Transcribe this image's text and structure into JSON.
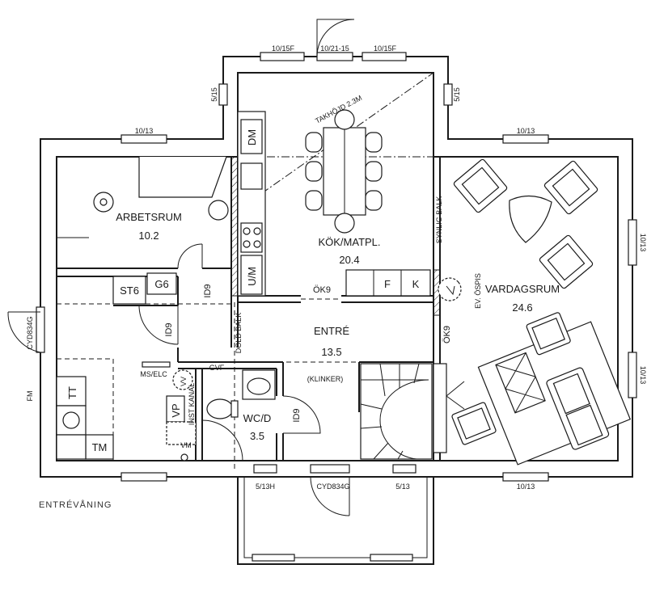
{
  "rooms": {
    "arbetsrum": {
      "name": "ARBETSRUM",
      "area": "10.2"
    },
    "kok": {
      "name": "KÖK/MATPL.",
      "area": "20.4"
    },
    "vardagsrum": {
      "name": "VARDAGSRUM",
      "area": "24.6"
    },
    "entre": {
      "name": "ENTRÉ",
      "area": "13.5"
    },
    "wc": {
      "name": "WC/D",
      "area": "3.5"
    }
  },
  "windows": {
    "top_left": "10/15F",
    "top_center": "10/21-15",
    "top_right": "10/15F",
    "side_left": "5/15",
    "side_right": "5/15",
    "arbetsrum": "10/13",
    "vardagsrum_top": "10/13",
    "vardagsrum_right_1": "10/13",
    "vardagsrum_right_2": "10/13",
    "bottom_right": "10/13",
    "bottom_mid_left": "5/13H",
    "bottom_mid_right": "5/13",
    "entrance_door": "CYD834G",
    "side_door": "CYD834G"
  },
  "labels": {
    "takhojd": "TAKHÖJD 2.3M",
    "synlig_balk": "SYNLIG BALK",
    "dold_balk": "DOLD BALK",
    "ok9_a": "ÖK9",
    "ok9_b": "ÖK9",
    "id9_a": "ID9",
    "id9_b": "ID9",
    "id9_c": "ID9",
    "ev_ospis": "EV. ÖSPIS",
    "klinker": "(KLINKER)",
    "ms_elc": "MS/ELC",
    "gvf": "GVF",
    "inst_kanal": "INST KANAL",
    "vm": "VM",
    "fm": "FM",
    "caption": "ENTRÉVÅNING"
  },
  "appliances": {
    "dm": "DM",
    "um": "U/M",
    "f": "F",
    "k": "K",
    "st6": "ST6",
    "g6": "G6",
    "tt": "TT",
    "tm": "TM",
    "vp": "VP",
    "vv": "VV"
  }
}
